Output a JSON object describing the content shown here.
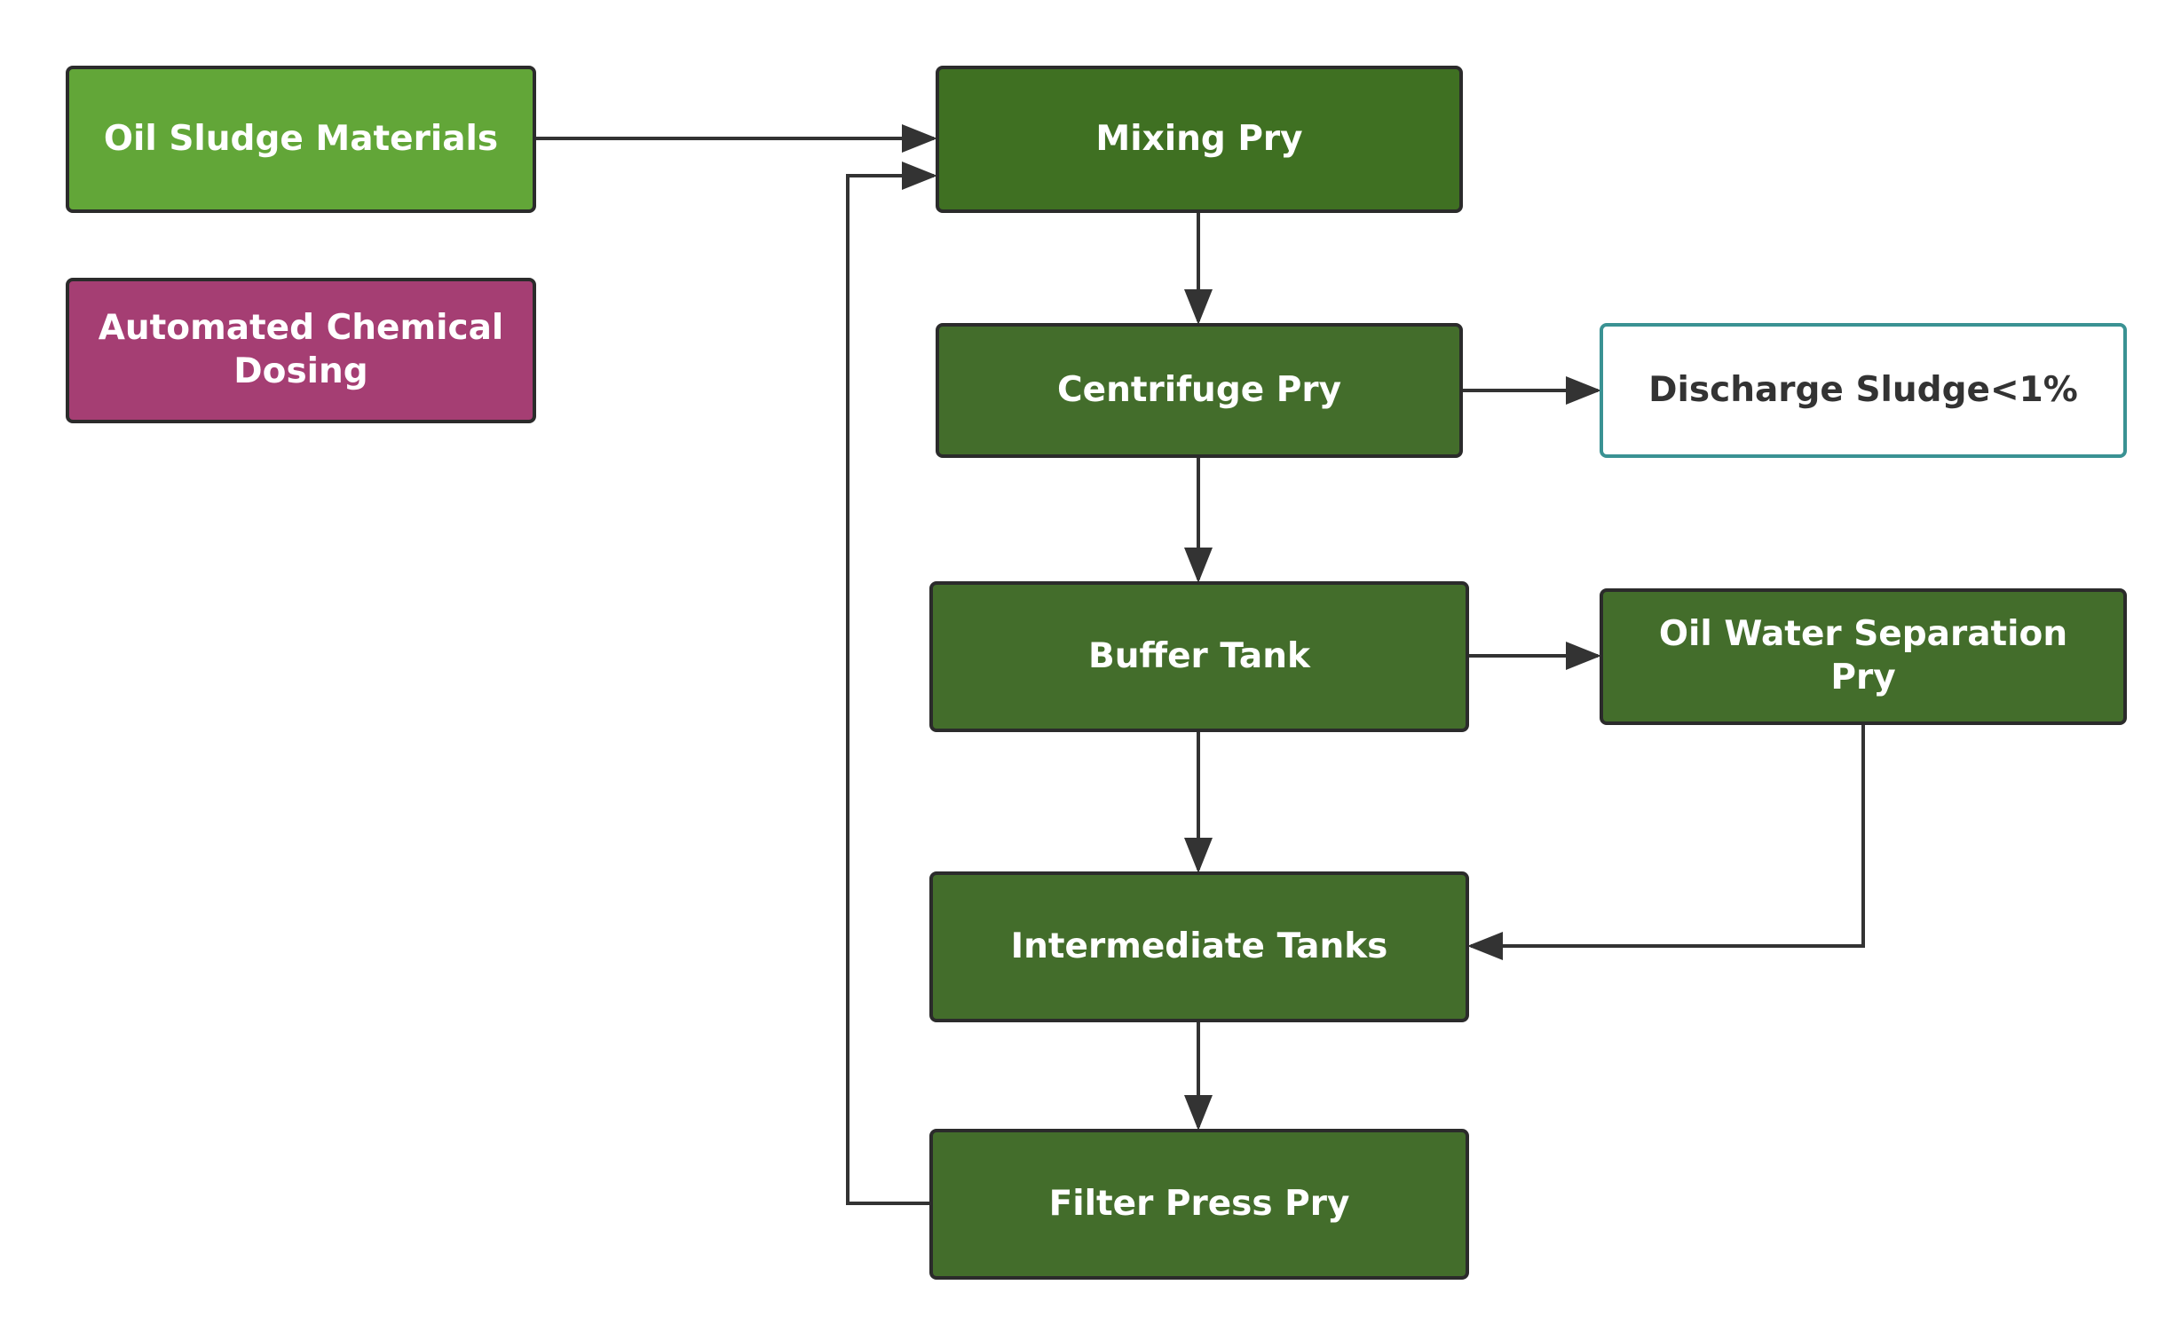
{
  "nodes": {
    "oil_sludge": "Oil Sludge Materials",
    "chemical_dosing": "Automated Chemical Dosing",
    "mixing": "Mixing Pry",
    "centrifuge": "Centrifuge Pry",
    "discharge": "Discharge Sludge<1%",
    "buffer": "Buffer Tank",
    "oil_water": "Oil Water Separation Pry",
    "intermediate": "Intermediate Tanks",
    "filter_press": "Filter Press Pry"
  },
  "colors": {
    "source_node": "#62a638",
    "process_node": "#436d2b",
    "dosing_node": "#a53e73",
    "output_border": "#3a9293",
    "edge": "#333333"
  }
}
